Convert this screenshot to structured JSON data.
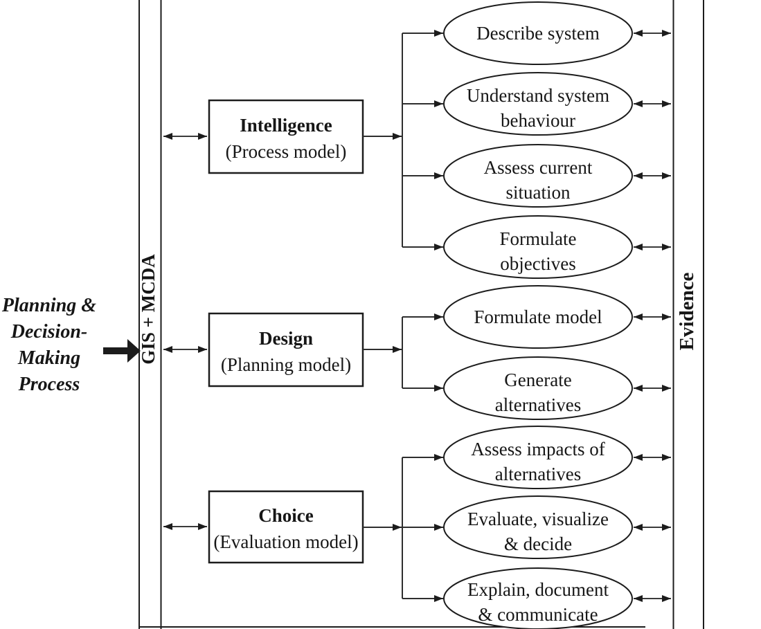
{
  "left_label": {
    "lines": [
      "Planning &",
      "Decision-",
      "Making",
      "Process"
    ]
  },
  "gis_bar": {
    "label": "GIS + MCDA"
  },
  "evidence_bar": {
    "label": "Evidence"
  },
  "stages": [
    {
      "title": "Intelligence",
      "subtitle": "(Process model)"
    },
    {
      "title": "Design",
      "subtitle": "(Planning model)"
    },
    {
      "title": "Choice",
      "subtitle": "(Evaluation model)"
    }
  ],
  "tasks": [
    {
      "line1": "Describe system"
    },
    {
      "line1": "Understand system",
      "line2": "behaviour"
    },
    {
      "line1": "Assess current",
      "line2": "situation"
    },
    {
      "line1": "Formulate",
      "line2": "objectives"
    },
    {
      "line1": "Formulate model"
    },
    {
      "line1": "Generate",
      "line2": "alternatives"
    },
    {
      "line1": "Assess impacts of",
      "line2": "alternatives"
    },
    {
      "line1": "Evaluate, visualize",
      "line2": "& decide"
    },
    {
      "line1": "Explain, document",
      "line2": "& communicate"
    }
  ],
  "colors": {
    "ink": "#1c1c1c",
    "text": "#161616",
    "background": "#ffffff"
  }
}
